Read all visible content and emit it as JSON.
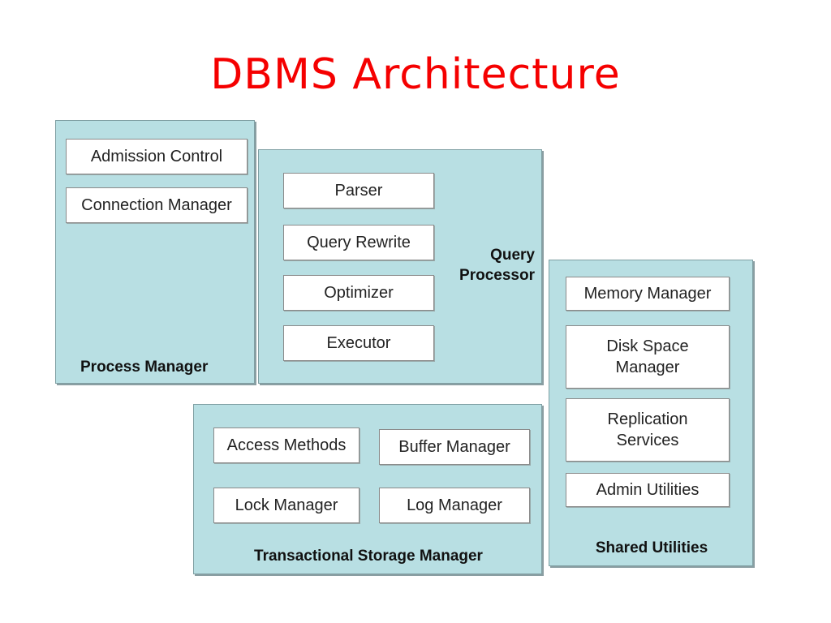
{
  "title": "DBMS Architecture",
  "colors": {
    "title": "#f50000",
    "panel": "#b8dfe3",
    "box": "#ffffff"
  },
  "process_manager": {
    "label": "Process Manager",
    "items": [
      "Admission Control",
      "Connection Manager"
    ]
  },
  "query_processor": {
    "label": "Query\nProcessor",
    "items": [
      "Parser",
      "Query Rewrite",
      "Optimizer",
      "Executor"
    ]
  },
  "transactional_storage_manager": {
    "label": "Transactional Storage Manager",
    "items": [
      "Access Methods",
      "Buffer Manager",
      "Lock Manager",
      "Log Manager"
    ]
  },
  "shared_utilities": {
    "label": "Shared Utilities",
    "items": [
      "Memory Manager",
      "Disk Space\nManager",
      "Replication\nServices",
      "Admin Utilities"
    ]
  }
}
